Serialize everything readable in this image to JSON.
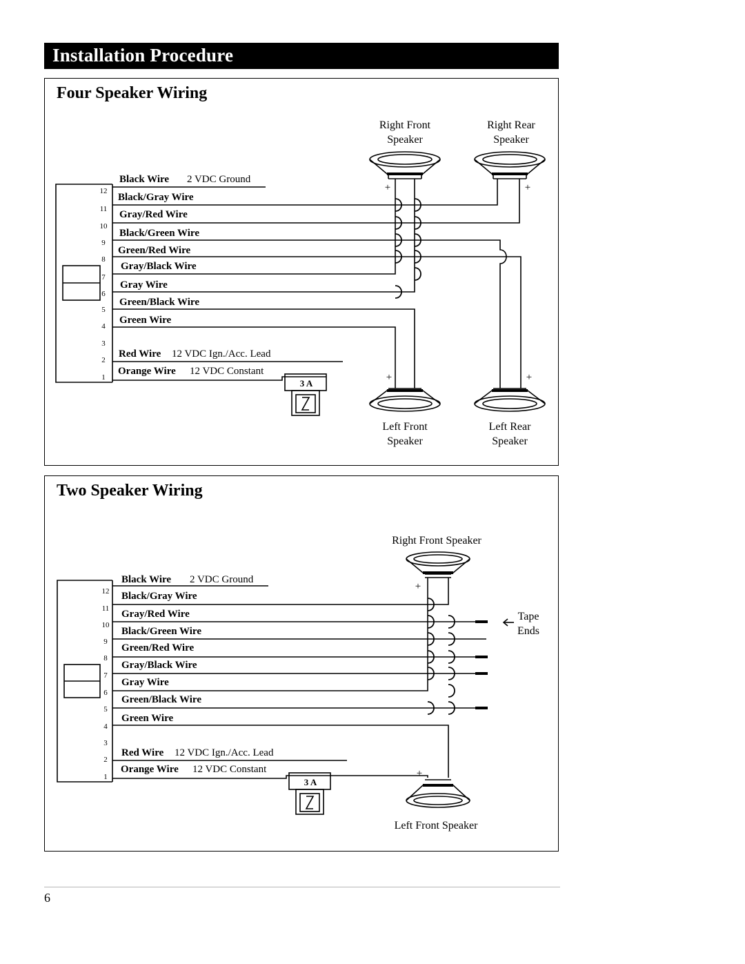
{
  "header": {
    "title": "Installation Procedure"
  },
  "four_speaker": {
    "title": "Four Speaker Wiring",
    "speakers": {
      "right_front": {
        "line1": "Right Front",
        "line2": "Speaker"
      },
      "right_rear": {
        "line1": "Right Rear",
        "line2": "Speaker"
      },
      "left_front": {
        "line1": "Left Front",
        "line2": "Speaker"
      },
      "left_rear": {
        "line1": "Left Rear",
        "line2": "Speaker"
      }
    },
    "fuse_label": "3 A",
    "polarity_mark": "+"
  },
  "two_speaker": {
    "title": "Two Speaker Wiring",
    "speakers": {
      "right_front": "Right Front Speaker",
      "left_front": "Left Front Speaker"
    },
    "tape_ends": {
      "line1": "Tape",
      "line2": "Ends"
    },
    "fuse_label": "3 A",
    "polarity_mark": "+"
  },
  "wires": {
    "black": {
      "name": "Black Wire",
      "desc": "2 VDC Ground"
    },
    "black_gray": {
      "name": "Black/Gray Wire"
    },
    "gray_red": {
      "name": "Gray/Red Wire"
    },
    "black_green": {
      "name": "Black/Green Wire"
    },
    "green_red": {
      "name": "Green/Red Wire"
    },
    "gray_black": {
      "name": "Gray/Black Wire"
    },
    "gray": {
      "name": "Gray Wire"
    },
    "green_black": {
      "name": "Green/Black Wire"
    },
    "green": {
      "name": "Green Wire"
    },
    "red": {
      "name": "Red Wire",
      "desc": "12 VDC Ign./Acc. Lead"
    },
    "orange": {
      "name": "Orange Wire",
      "desc": "12 VDC Constant"
    }
  },
  "pins": [
    "12",
    "11",
    "10",
    "9",
    "8",
    "7",
    "6",
    "5",
    "4",
    "3",
    "2",
    "1"
  ],
  "page_number": "6"
}
